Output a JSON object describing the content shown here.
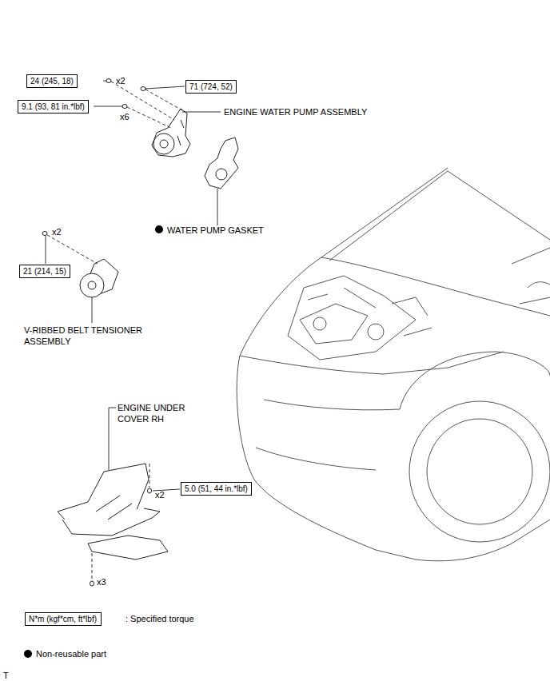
{
  "diagram": {
    "nodes": [
      {
        "text": [
          "24 (245, 18)"
        ]
      },
      {
        "text": [
          "71 (724, 52)"
        ]
      },
      {
        "text": [
          "9.1 (93, 81 in.*lbf)"
        ]
      },
      {
        "text": [
          "21 (214, 15)"
        ]
      },
      {
        "text": [
          "5.0 (51, 44 in.*lbf)"
        ]
      },
      {
        "text": [
          "N*m (kgf*cm, ft*lbf)"
        ]
      }
    ],
    "labels": [
      "x2",
      "x6",
      "ENGINE WATER PUMP ASSEMBLY",
      "WATER PUMP GASKET",
      "x2",
      "V-RIBBED BELT TENSIONER ASSEMBLY",
      "ENGINE UNDER COVER RH",
      "x2",
      "x3",
      ": Specified torque",
      "T"
    ],
    "legend": [
      {
        "text": "Non-reusable part",
        "color": "#000000"
      }
    ]
  }
}
